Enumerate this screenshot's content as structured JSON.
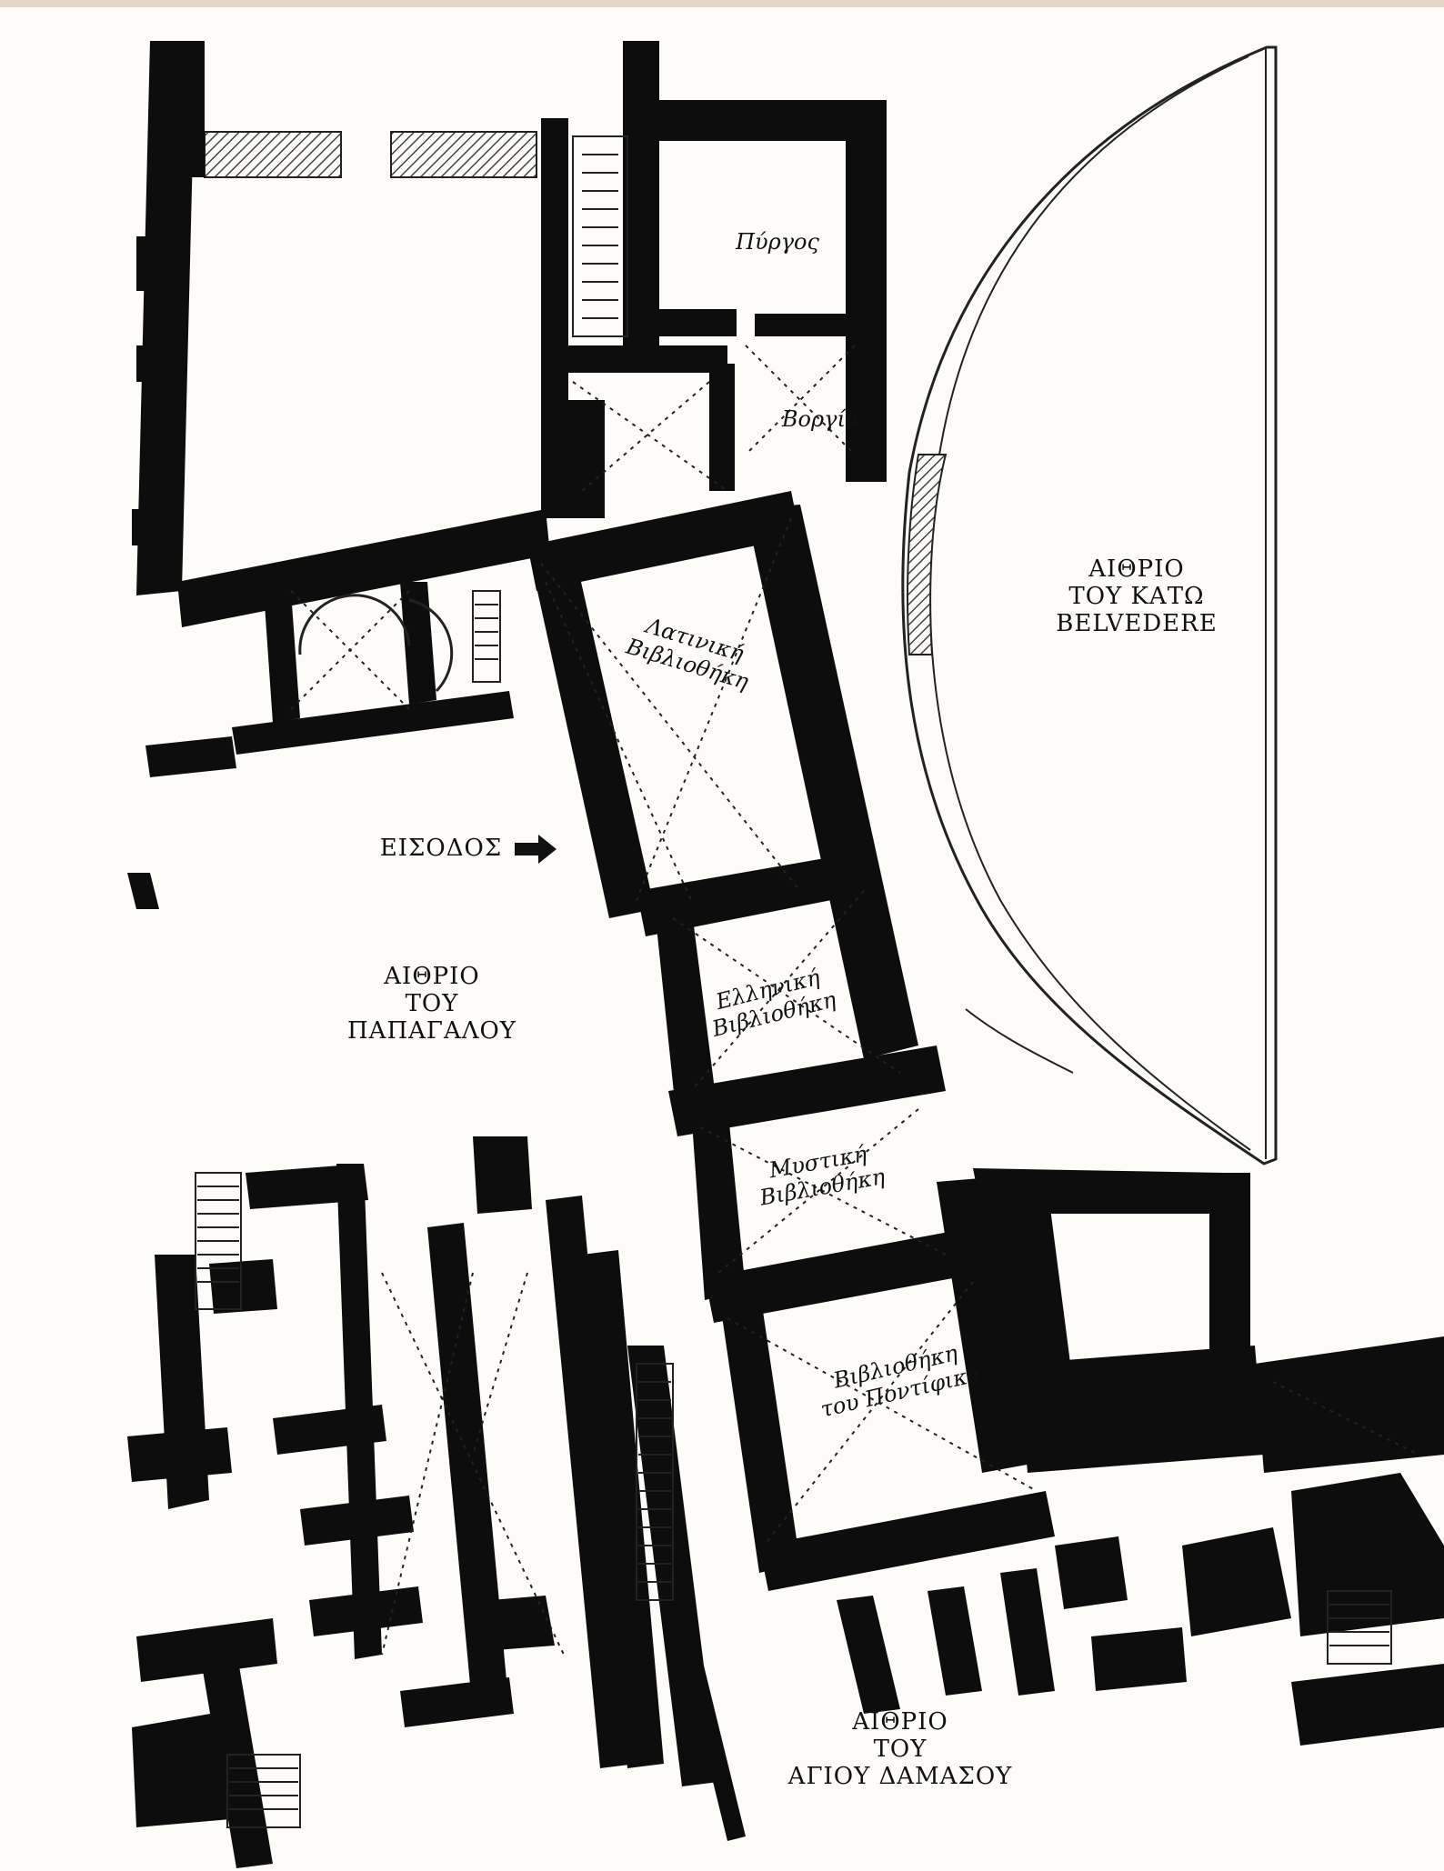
{
  "rooms": {
    "pyrgos": "Πύργος",
    "borgia": "Βοργία",
    "latin_library": [
      "Λατινική",
      "Βιβλιοθήκη"
    ],
    "greek_library": [
      "Ελληνική",
      "Βιβλιοθήκη"
    ],
    "secret_library": [
      "Μυστική",
      "Βιβλιοθήκη"
    ],
    "pontiff_library": [
      "Βιβλιοθήκη",
      "του Ποντίφικα"
    ]
  },
  "courtyards": {
    "belvedere": [
      "ΑΙΘΡΙΟ",
      "ΤΟΥ ΚΑΤΩ",
      "BELVEDERE"
    ],
    "papagallo": [
      "ΑΙΘΡΙΟ",
      "ΤΟΥ",
      "ΠΑΠΑΓΑΛΟΥ"
    ],
    "damaso": [
      "ΑΙΘΡΙΟ",
      "ΤΟΥ",
      "ΑΓΙΟΥ ΔΑΜΑΣΟΥ"
    ]
  },
  "entrance": {
    "label": "ΕΙΣΟΔΟΣ",
    "arrow": "right-arrow-icon"
  },
  "colors": {
    "wall": "#0d0d0d",
    "paper": "#fdfcf8",
    "hatch": "#555555"
  }
}
